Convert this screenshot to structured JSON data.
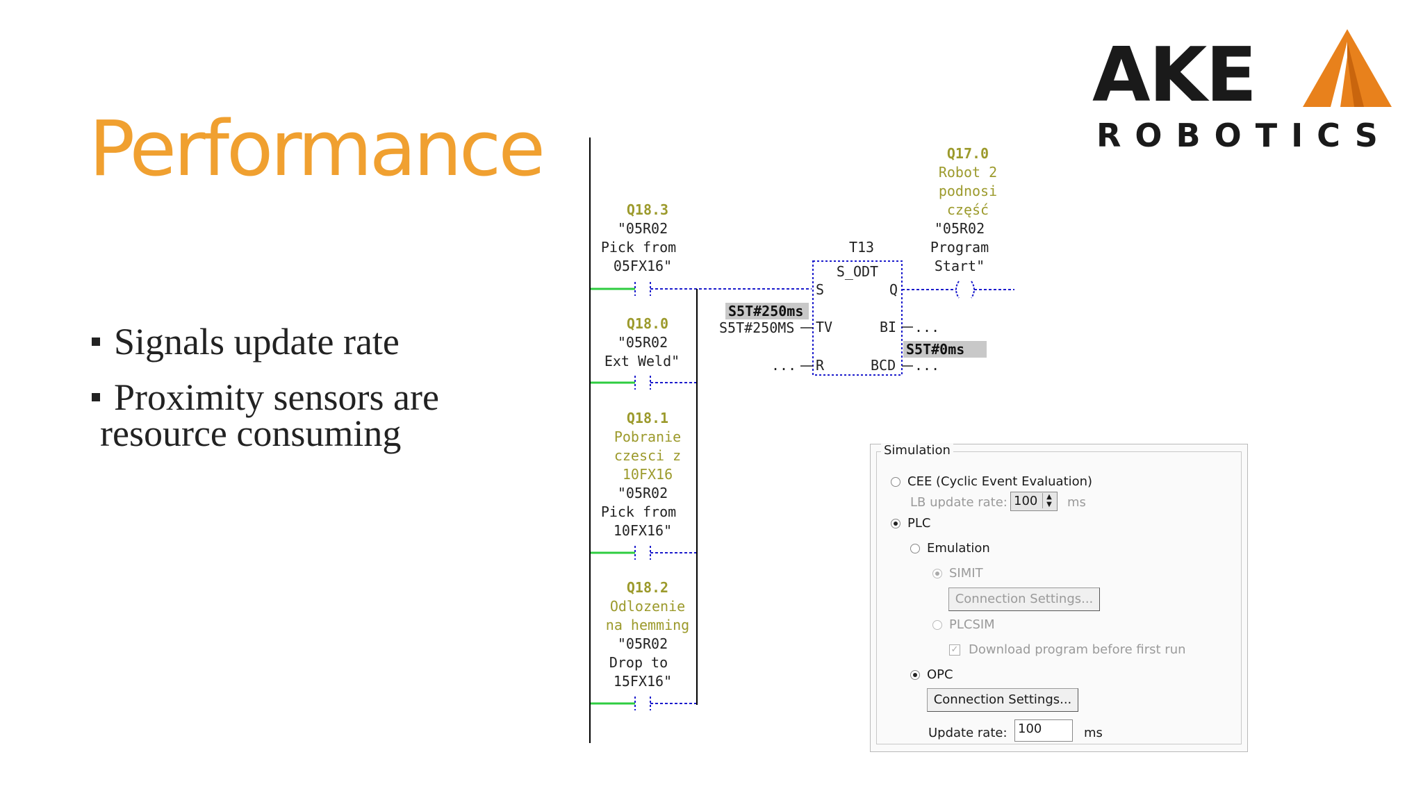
{
  "slide": {
    "title": "Performance",
    "bullets": [
      "Signals update rate",
      "Proximity sensors are",
      "resource consuming"
    ]
  },
  "logo": {
    "word1": "AKE",
    "word2": "ROBOTICS"
  },
  "colors": {
    "title": "#f0a030",
    "logo_orange": "#e8811c",
    "logo_dark": "#1a1a1a",
    "addr": "#9c9a2c",
    "comment": "#9c9a2c",
    "rail_green": "#2ecc40",
    "wire_blue": "#1a1acc"
  },
  "ladder": {
    "contacts": [
      {
        "address": "Q18.3",
        "comment": [],
        "symbol": [
          "\"05R02",
          "Pick from",
          "05FX16\""
        ]
      },
      {
        "address": "Q18.0",
        "comment": [],
        "symbol": [
          "\"05R02",
          "Ext Weld\""
        ]
      },
      {
        "address": "Q18.1",
        "comment": [
          "Pobranie",
          "czesci z",
          "10FX16"
        ],
        "symbol": [
          "\"05R02",
          "Pick from",
          "10FX16\""
        ]
      },
      {
        "address": "Q18.2",
        "comment": [
          "Odlozenie",
          "na hemming"
        ],
        "symbol": [
          "\"05R02",
          "Drop to",
          "15FX16\""
        ]
      }
    ],
    "timer": {
      "name": "T13",
      "type": "S_ODT",
      "pin_s": "S",
      "pin_tv": "TV",
      "pin_r": "R",
      "pin_q": "Q",
      "pin_bi": "BI",
      "pin_bcd": "BCD",
      "tv_highlight": "S5T#250ms",
      "tv_value": "S5T#250MS",
      "bcd_highlight": "S5T#0ms",
      "ellipsis": "..."
    },
    "coil": {
      "address": "Q17.0",
      "comment": [
        "Robot 2",
        "podnosi",
        "część"
      ],
      "symbol": [
        "\"05R02",
        "Program",
        "Start\""
      ]
    }
  },
  "simulation": {
    "group_label": "Simulation",
    "cee_label": "CEE (Cyclic Event Evaluation)",
    "lb_rate_label": "LB update rate:",
    "lb_rate_value": "100",
    "lb_rate_unit": "ms",
    "plc_label": "PLC",
    "emulation_label": "Emulation",
    "simit_label": "SIMIT",
    "conn_settings_label": "Connection Settings...",
    "plcsim_label": "PLCSIM",
    "download_label": "Download program before first run",
    "opc_label": "OPC",
    "opc_conn_label": "Connection Settings...",
    "update_rate_label": "Update rate:",
    "update_rate_value": "100",
    "update_rate_unit": "ms"
  }
}
